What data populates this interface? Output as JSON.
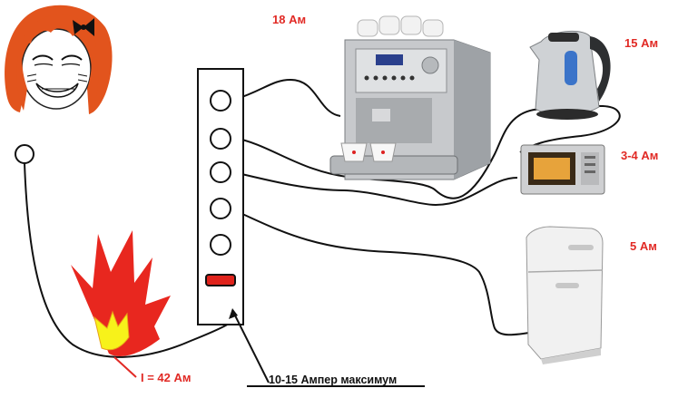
{
  "labels": {
    "espresso_current": "18 Ам",
    "kettle_current": "15 Ам",
    "microwave_current": "3-4 Ам",
    "fridge_current": "5 Ам",
    "total_current": "I = 42 Ам",
    "strip_max": "10-15 Ампер максимум"
  },
  "colors": {
    "label_red": "#e12a25",
    "flame_red": "#e8271f",
    "flame_yellow": "#f7f21a",
    "hair": "#e2541d",
    "strip_switch": "#e0231c"
  }
}
